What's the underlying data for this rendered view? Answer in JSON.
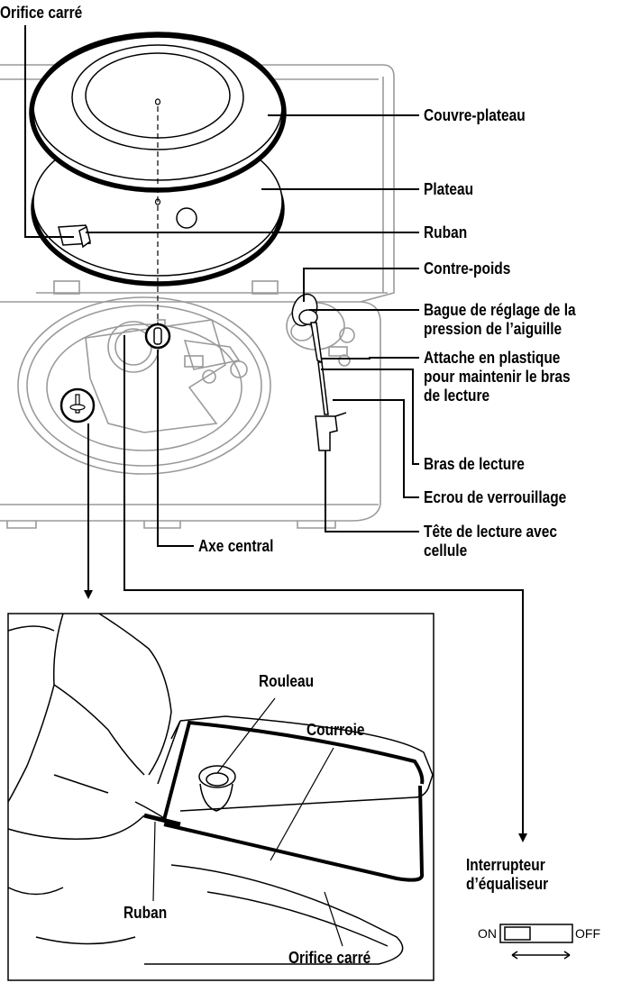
{
  "labels": {
    "orifice_carre_top": "Orifice carré",
    "couvre_plateau": "Couvre-plateau",
    "plateau": "Plateau",
    "ruban_top": "Ruban",
    "contre_poids": "Contre-poids",
    "bague": "Bague de réglage de la\npression de l’aiguille",
    "attache": "Attache en plastique\npour maintenir le bras\nde lecture",
    "bras": "Bras de lecture",
    "ecrou": "Ecrou de verrouillage",
    "tete": "Tête de lecture avec\ncellule",
    "axe": "Axe central",
    "rouleau": "Rouleau",
    "courroie": "Courroie",
    "ruban_bottom": "Ruban",
    "orifice_carre_bottom": "Orifice carré",
    "interrupteur": "Interrupteur\nd’équaliseur"
  },
  "switch": {
    "on": "ON",
    "off": "OFF"
  }
}
